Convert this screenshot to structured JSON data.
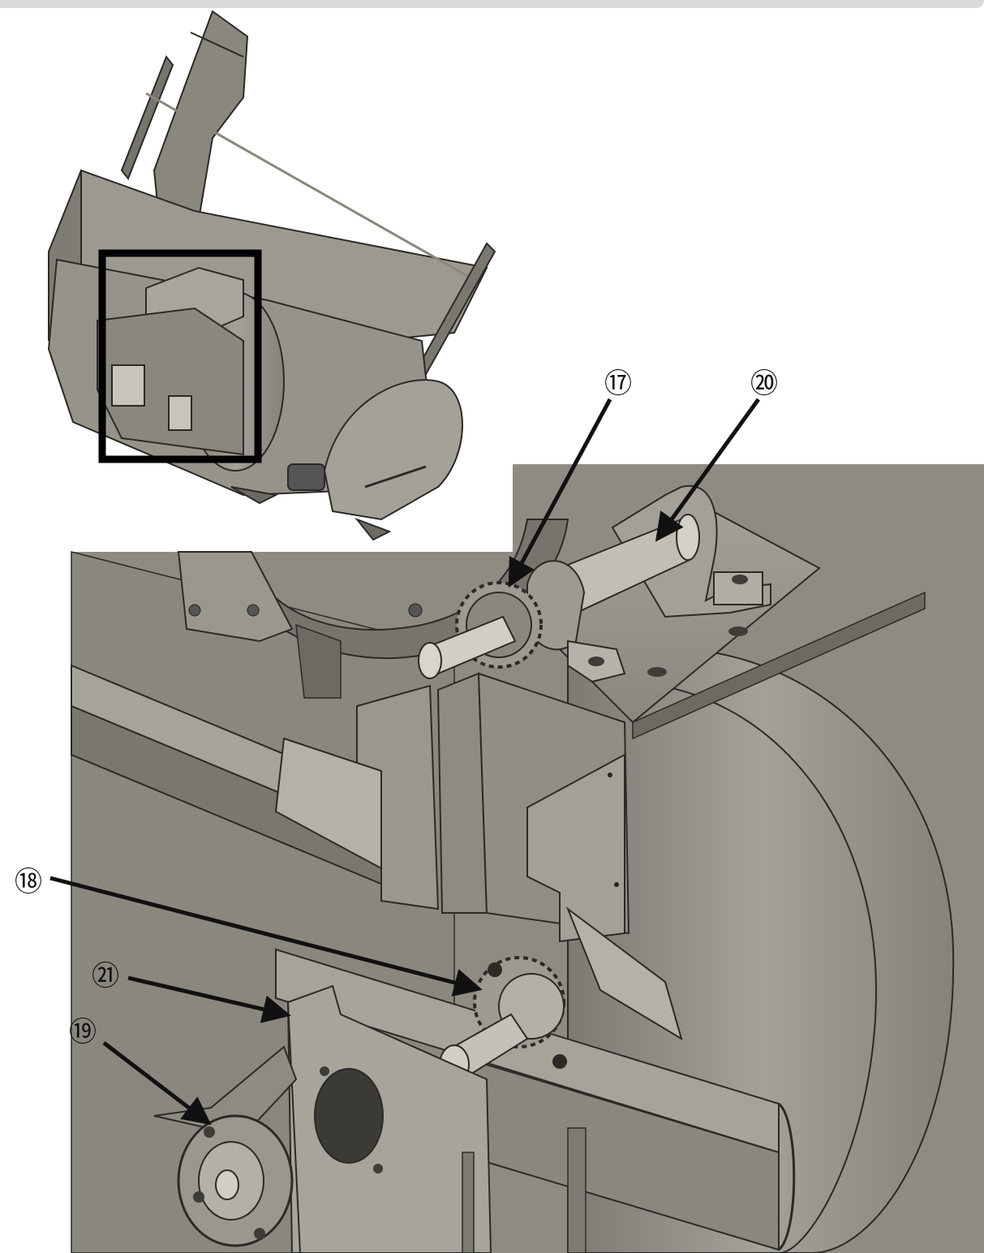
{
  "diagram": {
    "overview_inset": {
      "highlight_box_color": "#000000"
    },
    "detail_view": {
      "background_color": "#8a8780"
    },
    "callouts": [
      {
        "id": "c17",
        "label": "⑰"
      },
      {
        "id": "c20",
        "label": "⑳"
      },
      {
        "id": "c18",
        "label": "⑱"
      },
      {
        "id": "c21",
        "label": "㉑"
      },
      {
        "id": "c19",
        "label": "⑲"
      }
    ],
    "colors": {
      "metal_dark": "#6d6a63",
      "metal_mid": "#8e8b83",
      "metal_light": "#a9a69e",
      "outline": "#2b2a27",
      "arrow": "#111111"
    }
  }
}
